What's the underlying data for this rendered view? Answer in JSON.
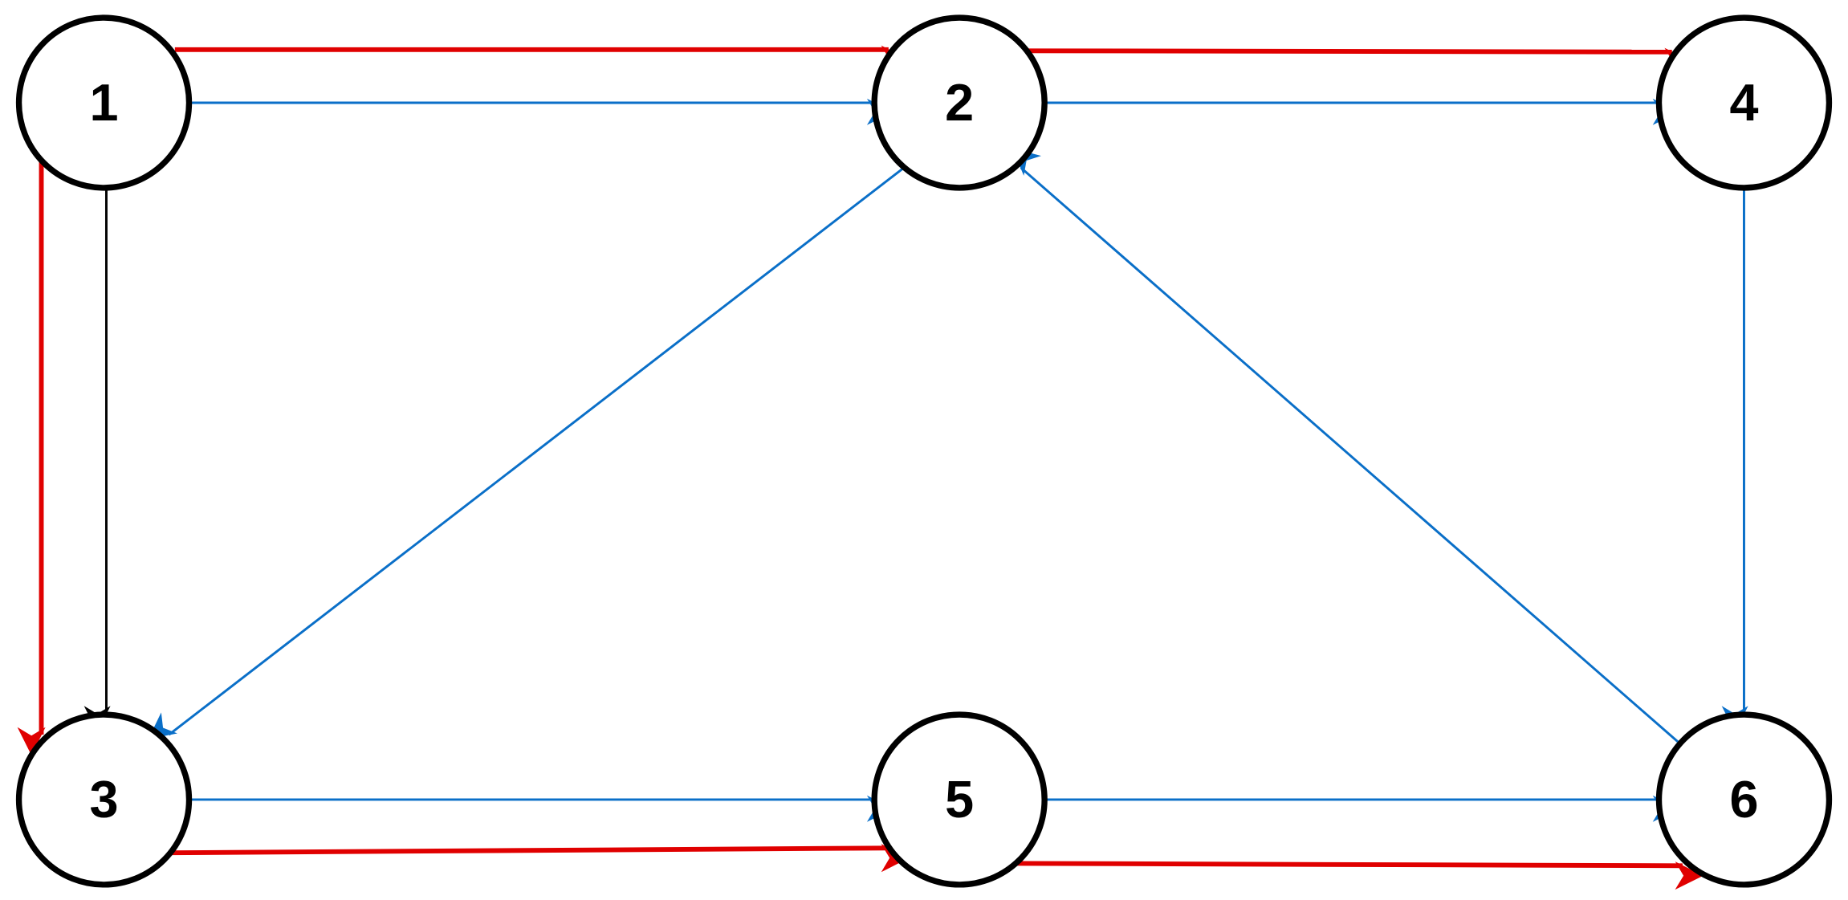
{
  "colors": {
    "red": "#e00000",
    "blue": "#0a6fc8",
    "black": "#000000"
  },
  "nodes": [
    {
      "id": "1",
      "label": "1"
    },
    {
      "id": "2",
      "label": "2"
    },
    {
      "id": "3",
      "label": "3"
    },
    {
      "id": "4",
      "label": "4"
    },
    {
      "id": "5",
      "label": "5"
    },
    {
      "id": "6",
      "label": "6"
    }
  ],
  "edges": [
    {
      "from": "1",
      "to": "2",
      "color": "red"
    },
    {
      "from": "2",
      "to": "4",
      "color": "red"
    },
    {
      "from": "1",
      "to": "3",
      "color": "red"
    },
    {
      "from": "3",
      "to": "5",
      "color": "red"
    },
    {
      "from": "5",
      "to": "6",
      "color": "red"
    },
    {
      "from": "1",
      "to": "2",
      "color": "blue"
    },
    {
      "from": "2",
      "to": "4",
      "color": "blue"
    },
    {
      "from": "2",
      "to": "3",
      "color": "blue"
    },
    {
      "from": "6",
      "to": "2",
      "color": "blue"
    },
    {
      "from": "4",
      "to": "6",
      "color": "blue"
    },
    {
      "from": "3",
      "to": "5",
      "color": "blue"
    },
    {
      "from": "5",
      "to": "6",
      "color": "blue"
    },
    {
      "from": "1",
      "to": "3",
      "color": "black"
    }
  ]
}
